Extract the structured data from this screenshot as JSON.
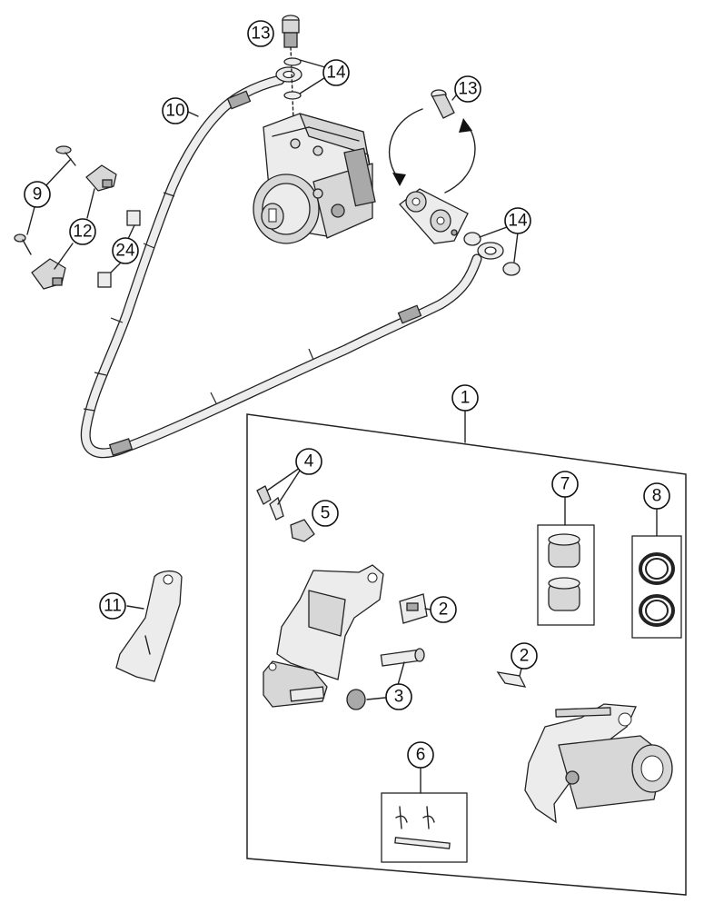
{
  "callouts": {
    "c1": "1",
    "c2a": "2",
    "c2b": "2",
    "c3": "3",
    "c4": "4",
    "c5": "5",
    "c6": "6",
    "c7": "7",
    "c8": "8",
    "c9": "9",
    "c10": "10",
    "c11": "11",
    "c12": "12",
    "c13a": "13",
    "c13b": "13",
    "c14a": "14",
    "c14b": "14",
    "c24": "24"
  },
  "colors": {
    "line": "#222222",
    "part_fill": "#d7d7d7",
    "background": "#ffffff"
  }
}
